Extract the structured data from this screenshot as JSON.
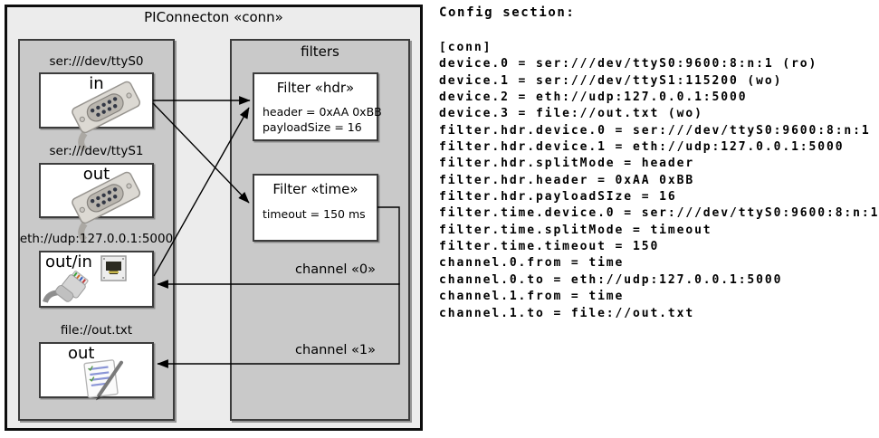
{
  "diagram": {
    "title": "PIConnecton «conn»",
    "devices_panel": {
      "devices": [
        {
          "label": "ser:///dev/ttyS0",
          "direction": "in",
          "icon": "serial-connector-icon"
        },
        {
          "label": "ser:///dev/ttyS1",
          "direction": "out",
          "icon": "serial-connector-icon"
        },
        {
          "label": "eth://udp:127.0.0.1:5000",
          "direction": "out/in",
          "icon": "ethernet-icon"
        },
        {
          "label": "file://out.txt",
          "direction": "out",
          "icon": "notepad-icon"
        }
      ]
    },
    "filters_panel": {
      "title": "filters",
      "filters": [
        {
          "title": "Filter «hdr»",
          "attributes": [
            "header = 0xAA 0xBB",
            "payloadSize = 16"
          ]
        },
        {
          "title": "Filter «time»",
          "attributes": [
            "timeout = 150 ms"
          ]
        }
      ]
    },
    "channels": [
      {
        "label": "channel «0»"
      },
      {
        "label": "channel «1»"
      }
    ],
    "connections": [
      {
        "from": "ser:///dev/ttyS0",
        "to": "Filter «hdr»"
      },
      {
        "from": "ser:///dev/ttyS0",
        "to": "Filter «time»"
      },
      {
        "from": "eth://udp:127.0.0.1:5000",
        "to": "Filter «hdr»"
      },
      {
        "from": "Filter «time»",
        "to": "eth://udp:127.0.0.1:5000",
        "label": "channel «0»"
      },
      {
        "from": "Filter «time»",
        "to": "file://out.txt",
        "label": "channel «1»"
      }
    ]
  },
  "config": {
    "heading": "Config section:",
    "lines": [
      "[conn]",
      "device.0 = ser:///dev/ttyS0:9600:8:n:1 (ro)",
      "device.1 = ser:///dev/ttyS1:115200 (wo)",
      "device.2 = eth://udp:127.0.0.1:5000",
      "device.3 = file://out.txt (wo)",
      "filter.hdr.device.0 = ser:///dev/ttyS0:9600:8:n:1",
      "filter.hdr.device.1 = eth://udp:127.0.0.1:5000",
      "filter.hdr.splitMode = header",
      "filter.hdr.header = 0xAA 0xBB",
      "filter.hdr.payloadSIze = 16",
      "filter.time.device.0 = ser:///dev/ttyS0:9600:8:n:1",
      "filter.time.splitMode = timeout",
      "filter.time.timeout = 150",
      "channel.0.from = time",
      "channel.0.to = eth://udp:127.0.0.1:5000",
      "channel.1.from = time",
      "channel.1.to = file://out.txt"
    ]
  },
  "colors": {
    "outer_bg": "#ececec",
    "panel_bg": "#c9c9c9",
    "box_bg": "#ffffff",
    "panel_border": "#3c3c3c",
    "outer_border": "#0d0d0d",
    "arrow": "#000000",
    "text": "#000000"
  }
}
